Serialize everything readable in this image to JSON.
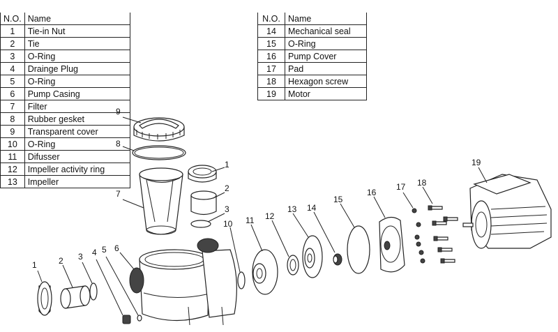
{
  "table_left": {
    "header": {
      "no": "N.O.",
      "name": "Name"
    },
    "rows": [
      {
        "no": "1",
        "name": "Tie-in Nut"
      },
      {
        "no": "2",
        "name": "Tie"
      },
      {
        "no": "3",
        "name": "O-Ring"
      },
      {
        "no": "4",
        "name": "Drainge Plug"
      },
      {
        "no": "5",
        "name": "O-Ring"
      },
      {
        "no": "6",
        "name": "Pump Casing"
      },
      {
        "no": "7",
        "name": "Filter"
      },
      {
        "no": "8",
        "name": "Rubber gesket"
      },
      {
        "no": "9",
        "name": "Transparent cover"
      },
      {
        "no": "10",
        "name": "O-Ring"
      },
      {
        "no": "11",
        "name": "Difusser"
      },
      {
        "no": "12",
        "name": "Impeller activity ring"
      },
      {
        "no": "13",
        "name": "Impeller"
      }
    ]
  },
  "table_right": {
    "header": {
      "no": "N.O.",
      "name": "Name"
    },
    "rows": [
      {
        "no": "14",
        "name": "Mechanical seal"
      },
      {
        "no": "15",
        "name": "O-Ring"
      },
      {
        "no": "16",
        "name": "Pump Cover"
      },
      {
        "no": "17",
        "name": "Pad"
      },
      {
        "no": "18",
        "name": "Hexagon screw"
      },
      {
        "no": "19",
        "name": "Motor"
      }
    ]
  },
  "callouts": [
    "1",
    "2",
    "3",
    "4",
    "5",
    "6",
    "7",
    "8",
    "9",
    "10",
    "11",
    "12",
    "13",
    "14",
    "15",
    "16",
    "17",
    "18",
    "19"
  ]
}
